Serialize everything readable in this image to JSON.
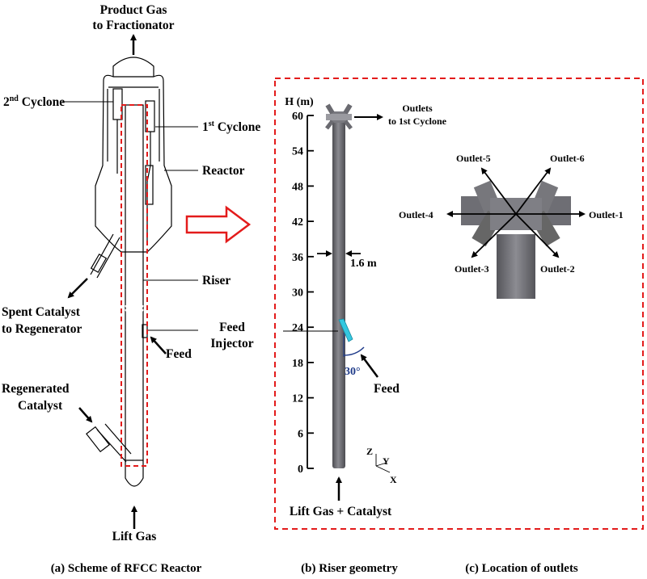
{
  "scheme": {
    "labels": {
      "product_gas_1": "Product Gas",
      "product_gas_2": "to Fractionator",
      "cyclone2_main": "2",
      "cyclone2_sup": "nd",
      "cyclone2_rest": " Cyclone",
      "cyclone1_main": "1",
      "cyclone1_sup": "st",
      "cyclone1_rest": " Cyclone",
      "reactor": "Reactor",
      "riser": "Riser",
      "spent_1": "Spent Catalyst",
      "spent_2": "to Regenerator",
      "feed_injector_1": "Feed",
      "feed_injector_2": "Injector",
      "feed": "Feed",
      "regen_1": "Regenerated",
      "regen_2": "Catalyst",
      "lift_gas": "Lift Gas"
    },
    "caption": "(a) Scheme of RFCC Reactor"
  },
  "riser": {
    "axis_label": "H (m)",
    "ticks": [
      "60",
      "54",
      "48",
      "42",
      "36",
      "30",
      "24",
      "18",
      "12",
      "6",
      "0"
    ],
    "outlets_1": "Outlets",
    "outlets_2": "to 1st Cyclone",
    "diameter": "1.6 m",
    "angle": "30°",
    "feed": "Feed",
    "bottom": "Lift Gas + Catalyst",
    "axis_z": "Z",
    "axis_y": "Y",
    "axis_x": "X",
    "caption": "(b) Riser geometry"
  },
  "outlets": {
    "labels": [
      "Outlet-1",
      "Outlet-2",
      "Outlet-3",
      "Outlet-4",
      "Outlet-5",
      "Outlet-6"
    ],
    "caption": "(c) Location of outlets"
  },
  "colors": {
    "dashed": "#e31b1b",
    "arrow_outline": "#e31b1b",
    "pipe": "#6f6f73",
    "feed_jet": "#33c8e0",
    "angle_arc": "#1f3b8a"
  }
}
